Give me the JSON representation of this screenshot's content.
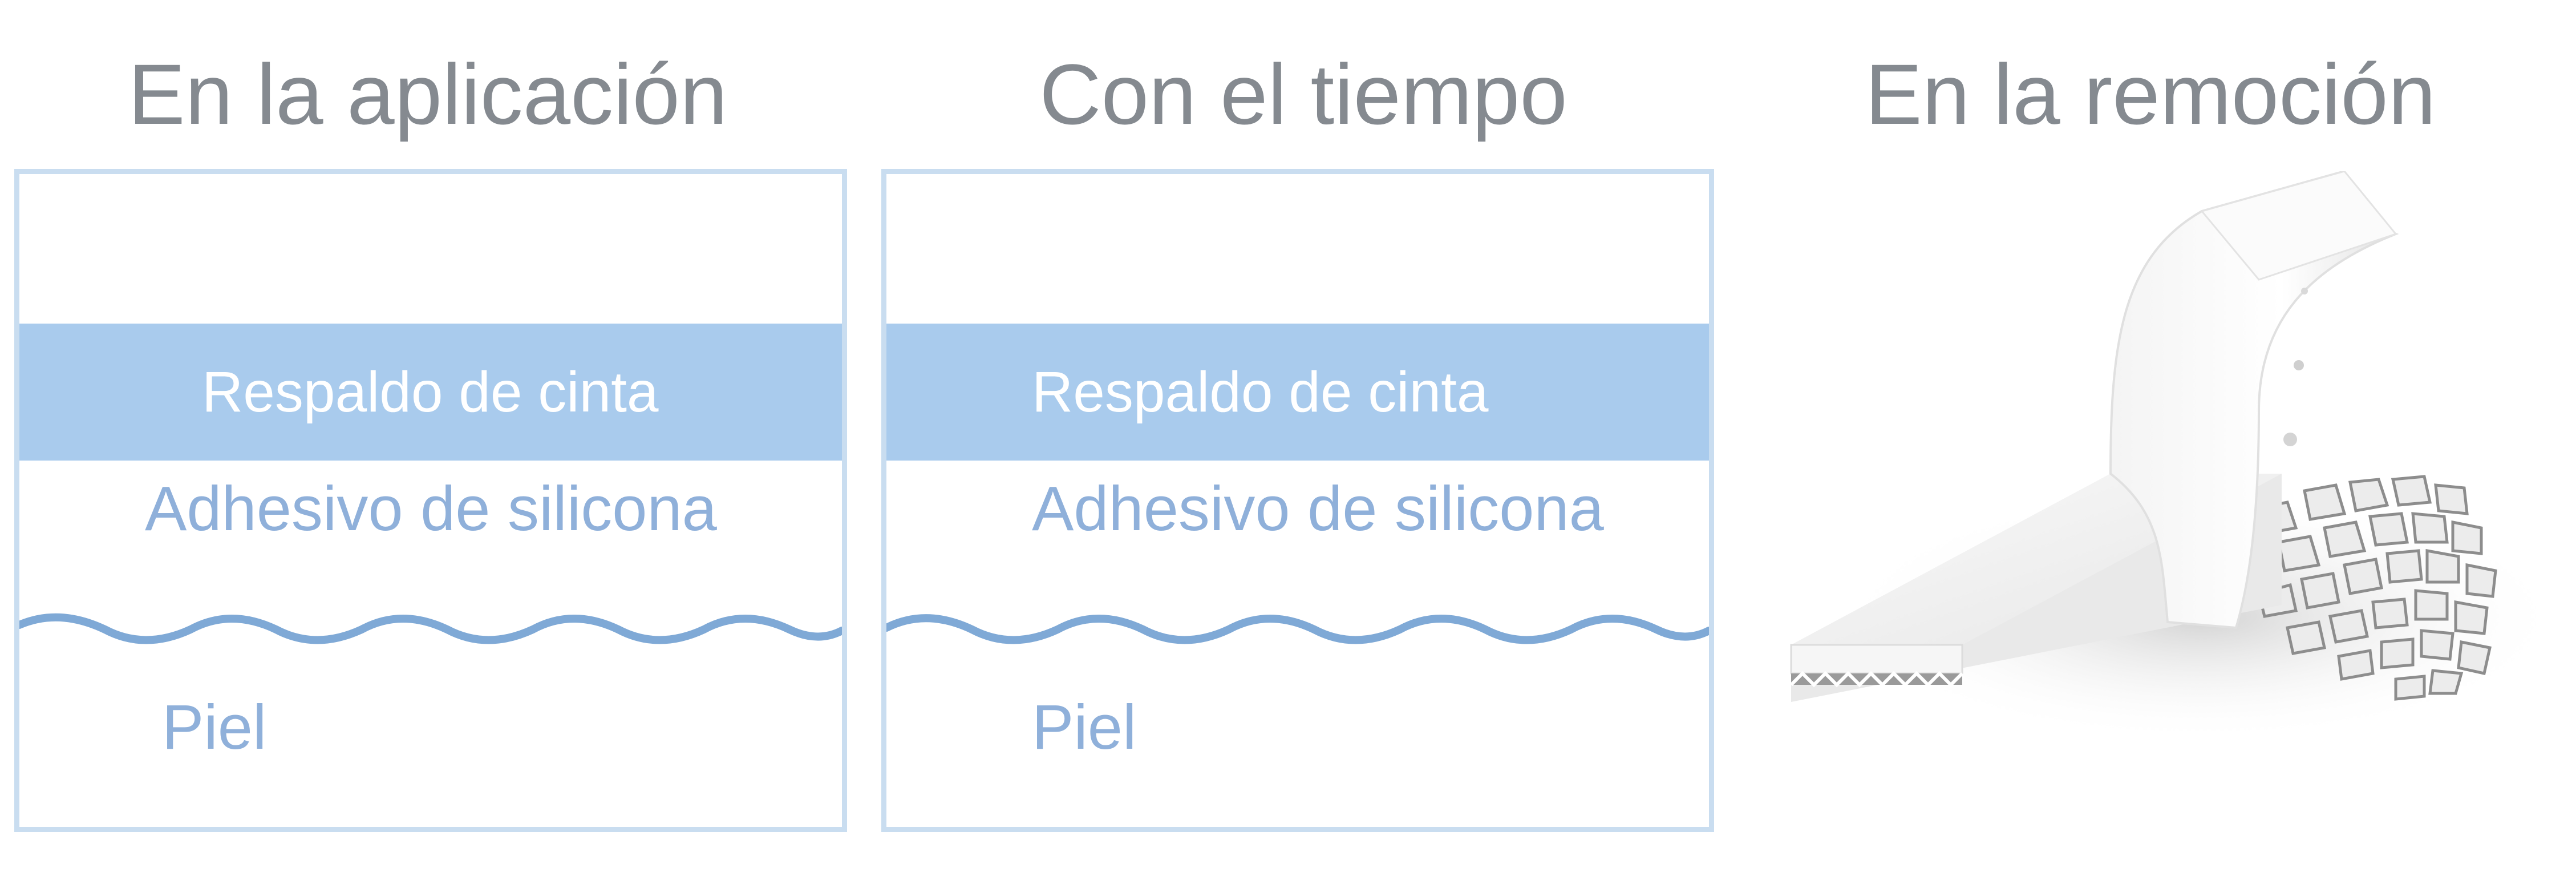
{
  "headings": {
    "application": "En la aplicación",
    "over_time": "Con el tiempo",
    "removal": "En la remoción"
  },
  "panel_application": {
    "backing_label": "Respaldo de cinta",
    "adhesive_label": "Adhesivo de silicona",
    "skin_label": "Piel"
  },
  "panel_over_time": {
    "backing_label": "Respaldo de cinta",
    "adhesive_label": "Adhesivo de silicona",
    "skin_label": "Piel"
  },
  "colors": {
    "heading_text": "#858a90",
    "panel_border": "#c9ddf0",
    "backing_fill": "#a9cbed",
    "label_blue": "#8fb0da",
    "skin_line": "#7fa9d6"
  },
  "removal_illustration": {
    "icon": "tape-peeling-from-skin-illustration"
  }
}
